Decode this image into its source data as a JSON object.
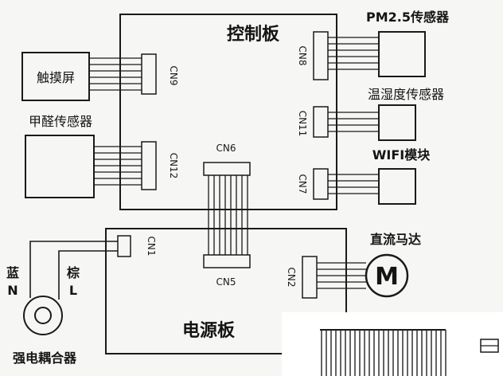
{
  "boards": {
    "control": "控制板",
    "power": "电源板"
  },
  "devices": {
    "touch_screen": "触摸屏",
    "formaldehyde": "甲醛传感器",
    "pm25": "PM2.5传感器",
    "temp_humidity": "温湿度传感器",
    "wifi": "WIFI模块",
    "dc_motor": "直流马达",
    "motor_symbol": "M",
    "coupler": "强电耦合器"
  },
  "connectors": {
    "cn1": "CN1",
    "cn2": "CN2",
    "cn5": "CN5",
    "cn6": "CN6",
    "cn7": "CN7",
    "cn8": "CN8",
    "cn9": "CN9",
    "cn11": "CN11",
    "cn12": "CN12"
  },
  "mains": {
    "neutral_label": "蓝",
    "neutral_letter": "N",
    "live_label": "棕",
    "live_letter": "L"
  },
  "colors": {
    "line": "#1a1a1a",
    "background": "#f6f6f4"
  }
}
